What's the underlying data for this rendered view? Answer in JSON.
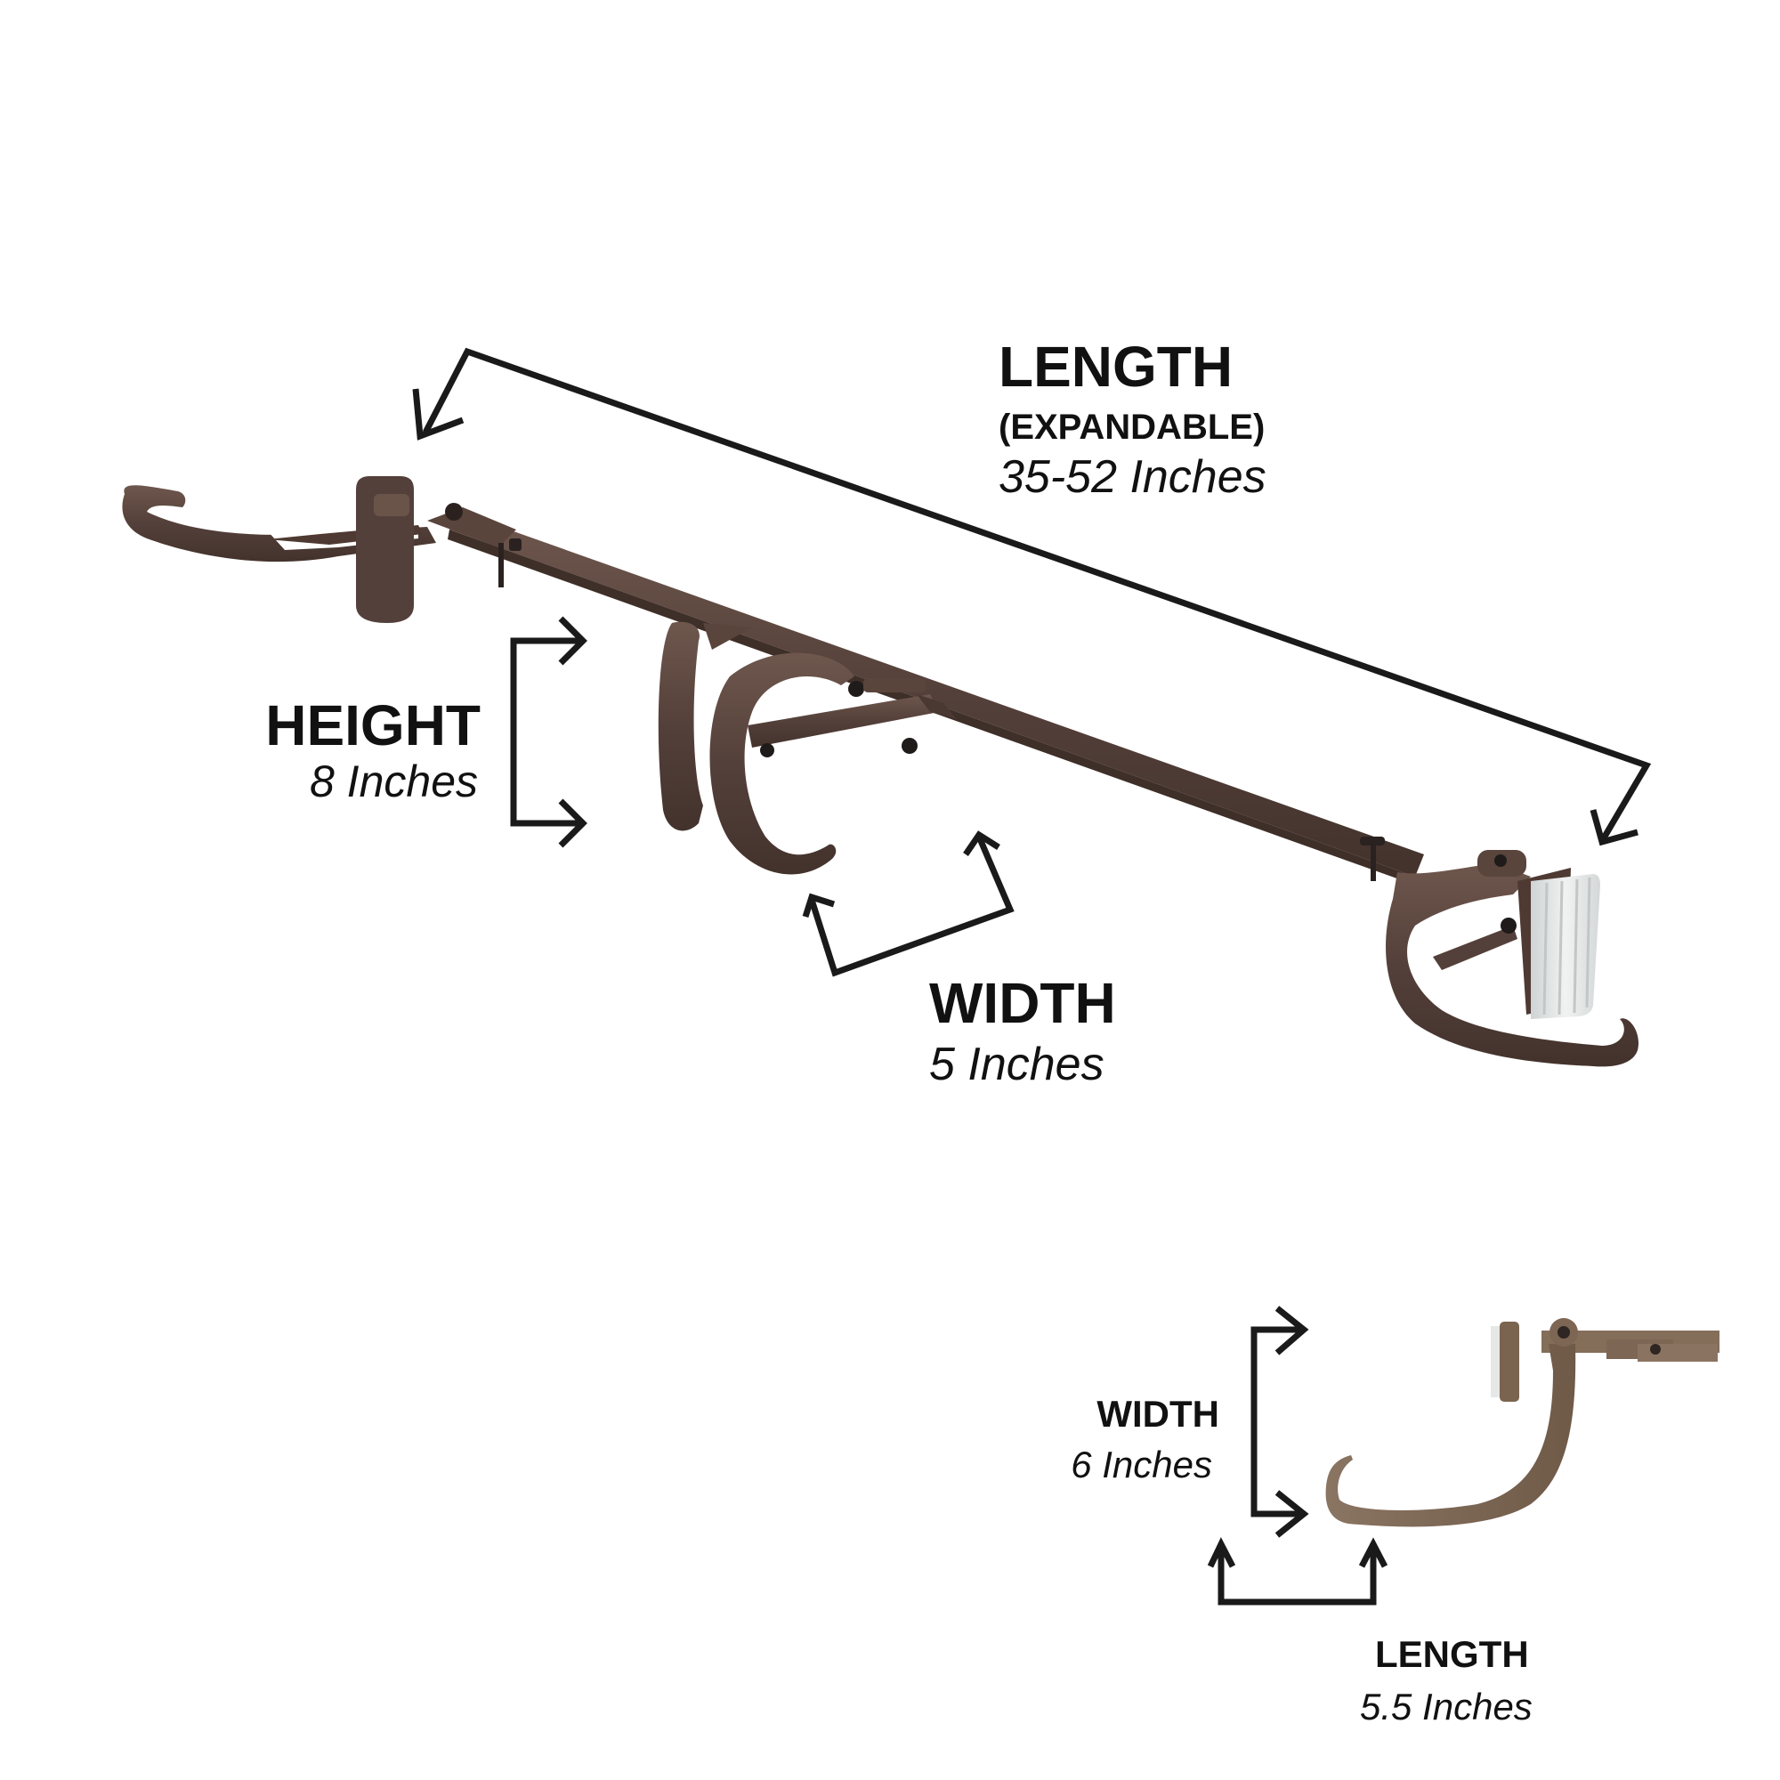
{
  "colors": {
    "background": "#ffffff",
    "text": "#111111",
    "arrow": "#1a1a1a",
    "bronze_dark": "#4e3a32",
    "bronze_mid": "#5e4840",
    "bronze_light": "#7a6358",
    "bronze_small": "#7d6653",
    "bronze_small_light": "#95806c",
    "pad_white": "#e4e6e6",
    "screw": "#1f1b1a"
  },
  "main_rod": {
    "length": {
      "title": "LENGTH",
      "note": "(EXPANDABLE)",
      "value": "35-52 Inches"
    },
    "height": {
      "title": "HEIGHT",
      "value": "8 Inches"
    },
    "width": {
      "title": "WIDTH",
      "value": "5 Inches"
    }
  },
  "end_bracket": {
    "width": {
      "title": "WIDTH",
      "value": "6 Inches"
    },
    "length": {
      "title": "LENGTH",
      "value": "5.5 Inches"
    }
  },
  "icons": {
    "main_rod_image": "curtain-rod-icon",
    "bracket_image": "bracket-icon",
    "arrow": "dimension-arrow-icon"
  }
}
